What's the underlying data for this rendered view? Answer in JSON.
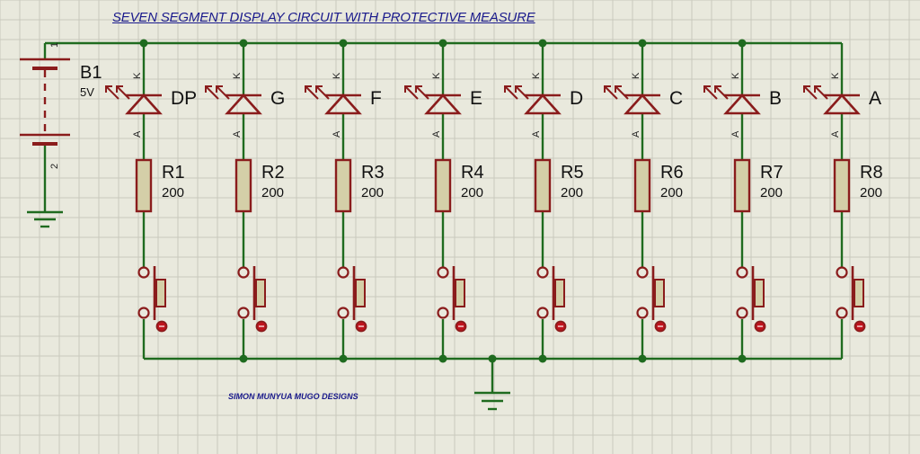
{
  "title": "SEVEN SEGMENT DISPLAY CIRCUIT WITH PROTECTIVE MEASURE",
  "credit": "SIMON MUNYUA MUGO DESIGNS",
  "battery": {
    "name": "B1",
    "value": "5V",
    "pin1": "1",
    "pin2": "2"
  },
  "diode_pins": {
    "cathode": "K",
    "anode": "A"
  },
  "channels": [
    {
      "led": "DP",
      "resistor": "R1",
      "value": "200"
    },
    {
      "led": "G",
      "resistor": "R2",
      "value": "200"
    },
    {
      "led": "F",
      "resistor": "R3",
      "value": "200"
    },
    {
      "led": "E",
      "resistor": "R4",
      "value": "200"
    },
    {
      "led": "D",
      "resistor": "R5",
      "value": "200"
    },
    {
      "led": "C",
      "resistor": "R6",
      "value": "200"
    },
    {
      "led": "B",
      "resistor": "R7",
      "value": "200"
    },
    {
      "led": "A",
      "resistor": "R8",
      "value": "200"
    }
  ],
  "colors": {
    "background": "#e9e9dd",
    "grid": "#c9c9bd",
    "wire": "#1f6b1f",
    "component": "#8a1c1c",
    "resistor_fill": "#d4cfa8",
    "text_blue": "#1a1a8c"
  }
}
